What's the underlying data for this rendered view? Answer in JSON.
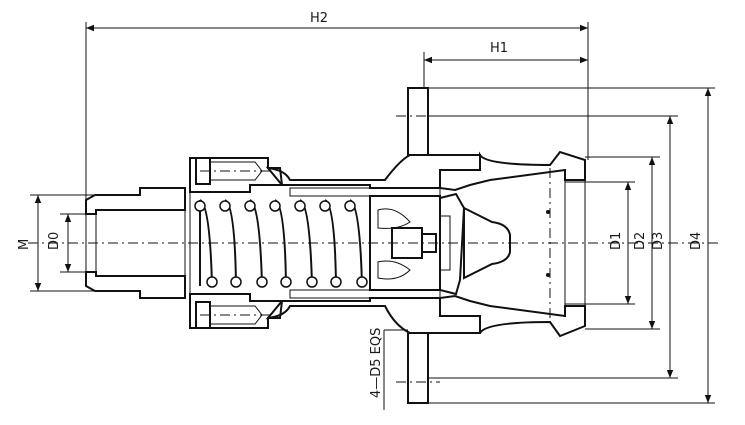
{
  "labels": {
    "h2": "H2",
    "h1": "H1",
    "m": "M",
    "d0": "D0",
    "d1": "D1",
    "d2": "D2",
    "d3": "D3",
    "d4": "D4",
    "d5": "4—D5 EQS"
  }
}
